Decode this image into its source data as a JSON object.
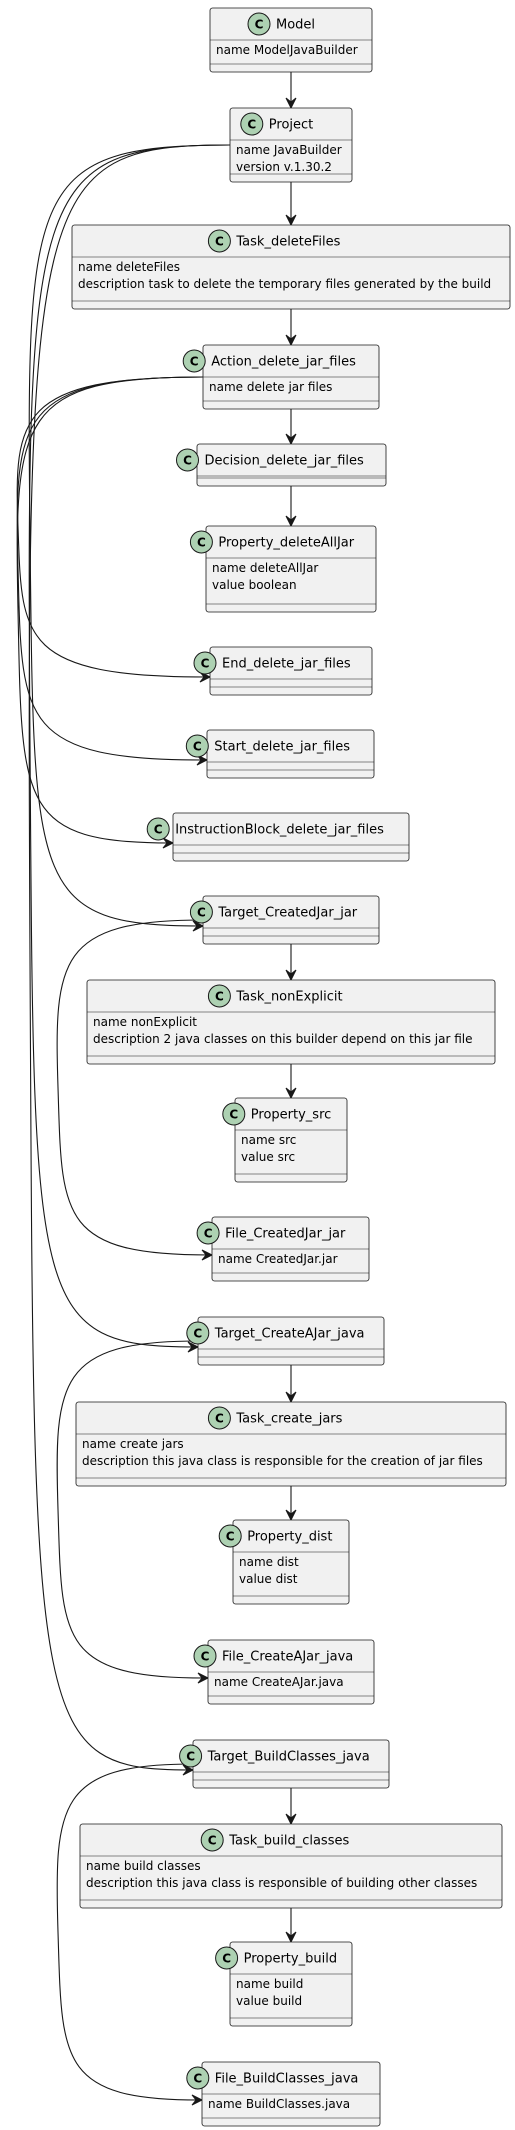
{
  "diagram": {
    "stereotype_letter": "C",
    "colors": {
      "box_fill": "#F1F1F1",
      "border": "#181818",
      "circle_fill": "#ADD1B2",
      "text": "#000000",
      "background": "#FFFFFF"
    },
    "classes": [
      {
        "id": "model",
        "name": "Model",
        "attributes": [
          "name ModelJavaBuilder"
        ]
      },
      {
        "id": "project",
        "name": "Project",
        "attributes": [
          "name JavaBuilder",
          "version v.1.30.2"
        ]
      },
      {
        "id": "task_deletefiles",
        "name": "Task_deleteFiles",
        "attributes": [
          "name deleteFiles",
          "description task to delete the temporary files generated by the build"
        ]
      },
      {
        "id": "action_delete_jar_files",
        "name": "Action_delete_jar_files",
        "attributes": [
          "name delete jar files"
        ]
      },
      {
        "id": "decision_delete_jar_files",
        "name": "Decision_delete_jar_files",
        "attributes": []
      },
      {
        "id": "property_deletealljar",
        "name": "Property_deleteAllJar",
        "attributes": [
          "name deleteAllJar",
          "value boolean"
        ]
      },
      {
        "id": "end_delete_jar_files",
        "name": "End_delete_jar_files",
        "attributes": []
      },
      {
        "id": "start_delete_jar_files",
        "name": "Start_delete_jar_files",
        "attributes": []
      },
      {
        "id": "instructionblock_delete_jar_files",
        "name": "InstructionBlock_delete_jar_files",
        "attributes": []
      },
      {
        "id": "target_createdjar_jar",
        "name": "Target_CreatedJar_jar",
        "attributes": []
      },
      {
        "id": "task_nonexplicit",
        "name": "Task_nonExplicit",
        "attributes": [
          "name nonExplicit",
          "description 2 java classes on this builder depend on this jar file"
        ]
      },
      {
        "id": "property_src",
        "name": "Property_src",
        "attributes": [
          "name src",
          "value src"
        ]
      },
      {
        "id": "file_createdjar_jar",
        "name": "File_CreatedJar_jar",
        "attributes": [
          "name CreatedJar.jar"
        ]
      },
      {
        "id": "target_createajar_java",
        "name": "Target_CreateAJar_java",
        "attributes": []
      },
      {
        "id": "task_create_jars",
        "name": "Task_create_jars",
        "attributes": [
          "name create jars",
          "description this java class is responsible for the creation of jar files"
        ]
      },
      {
        "id": "property_dist",
        "name": "Property_dist",
        "attributes": [
          "name dist",
          "value dist"
        ]
      },
      {
        "id": "file_createajar_java",
        "name": "File_CreateAJar_java",
        "attributes": [
          "name CreateAJar.java"
        ]
      },
      {
        "id": "target_buildclasses_java",
        "name": "Target_BuildClasses_java",
        "attributes": []
      },
      {
        "id": "task_build_classes",
        "name": "Task_build_classes",
        "attributes": [
          "name build classes",
          "description this java class is responsible of building other classes"
        ]
      },
      {
        "id": "property_build",
        "name": "Property_build",
        "attributes": [
          "name build",
          "value build"
        ]
      },
      {
        "id": "file_buildclasses_java",
        "name": "File_BuildClasses_java",
        "attributes": [
          "name BuildClasses.java"
        ]
      }
    ],
    "relations": [
      {
        "from": "model",
        "to": "project"
      },
      {
        "from": "project",
        "to": "task_deletefiles"
      },
      {
        "from": "task_deletefiles",
        "to": "action_delete_jar_files"
      },
      {
        "from": "action_delete_jar_files",
        "to": "decision_delete_jar_files"
      },
      {
        "from": "decision_delete_jar_files",
        "to": "property_deletealljar"
      },
      {
        "from": "action_delete_jar_files",
        "to": "end_delete_jar_files"
      },
      {
        "from": "action_delete_jar_files",
        "to": "start_delete_jar_files"
      },
      {
        "from": "action_delete_jar_files",
        "to": "instructionblock_delete_jar_files"
      },
      {
        "from": "project",
        "to": "target_createdjar_jar"
      },
      {
        "from": "target_createdjar_jar",
        "to": "task_nonexplicit"
      },
      {
        "from": "task_nonexplicit",
        "to": "property_src"
      },
      {
        "from": "target_createdjar_jar",
        "to": "file_createdjar_jar"
      },
      {
        "from": "project",
        "to": "target_createajar_java"
      },
      {
        "from": "target_createajar_java",
        "to": "task_create_jars"
      },
      {
        "from": "task_create_jars",
        "to": "property_dist"
      },
      {
        "from": "target_createajar_java",
        "to": "file_createajar_java"
      },
      {
        "from": "project",
        "to": "target_buildclasses_java"
      },
      {
        "from": "target_buildclasses_java",
        "to": "task_build_classes"
      },
      {
        "from": "task_build_classes",
        "to": "property_build"
      },
      {
        "from": "target_buildclasses_java",
        "to": "file_buildclasses_java"
      }
    ]
  }
}
